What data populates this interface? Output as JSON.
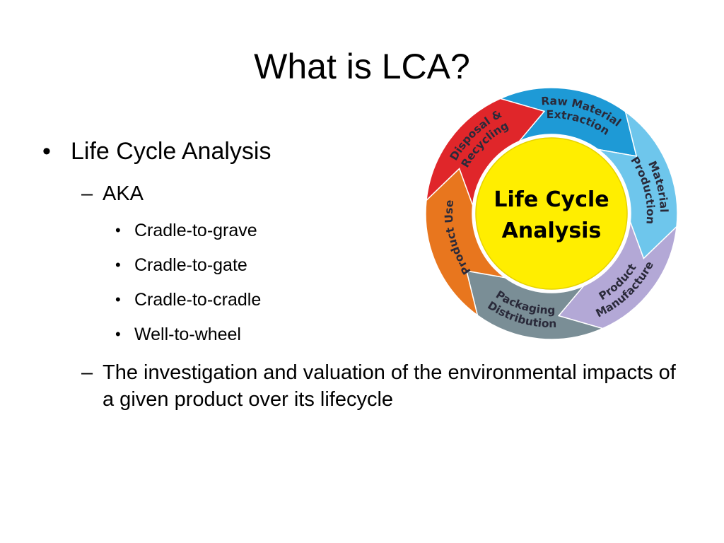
{
  "slide": {
    "title": "What is LCA?",
    "bullet_main": "Life Cycle Analysis",
    "aka_label": "AKA",
    "aka_items": [
      "Cradle-to-grave",
      "Cradle-to-gate",
      "Cradle-to-cradle",
      "Well-to-wheel"
    ],
    "definition": "The investigation and valuation of the environmental impacts of a given product over its lifecycle"
  },
  "diagram": {
    "center_line1": "Life Cycle",
    "center_line2": "Analysis",
    "center_color": "#ffee00",
    "segments": [
      {
        "lines": [
          "Raw Material",
          "Extraction"
        ],
        "color": "#1e9ad6"
      },
      {
        "lines": [
          "Material",
          "Production"
        ],
        "color": "#6ec6ec"
      },
      {
        "lines": [
          "Product",
          "Manufacture"
        ],
        "color": "#b3a8d6"
      },
      {
        "lines": [
          "Packaging",
          "Distribution"
        ],
        "color": "#7a8e96"
      },
      {
        "lines": [
          "Product Use"
        ],
        "color": "#e8761e"
      },
      {
        "lines": [
          "Disposal &",
          "Recycling"
        ],
        "color": "#e0262a"
      }
    ]
  }
}
